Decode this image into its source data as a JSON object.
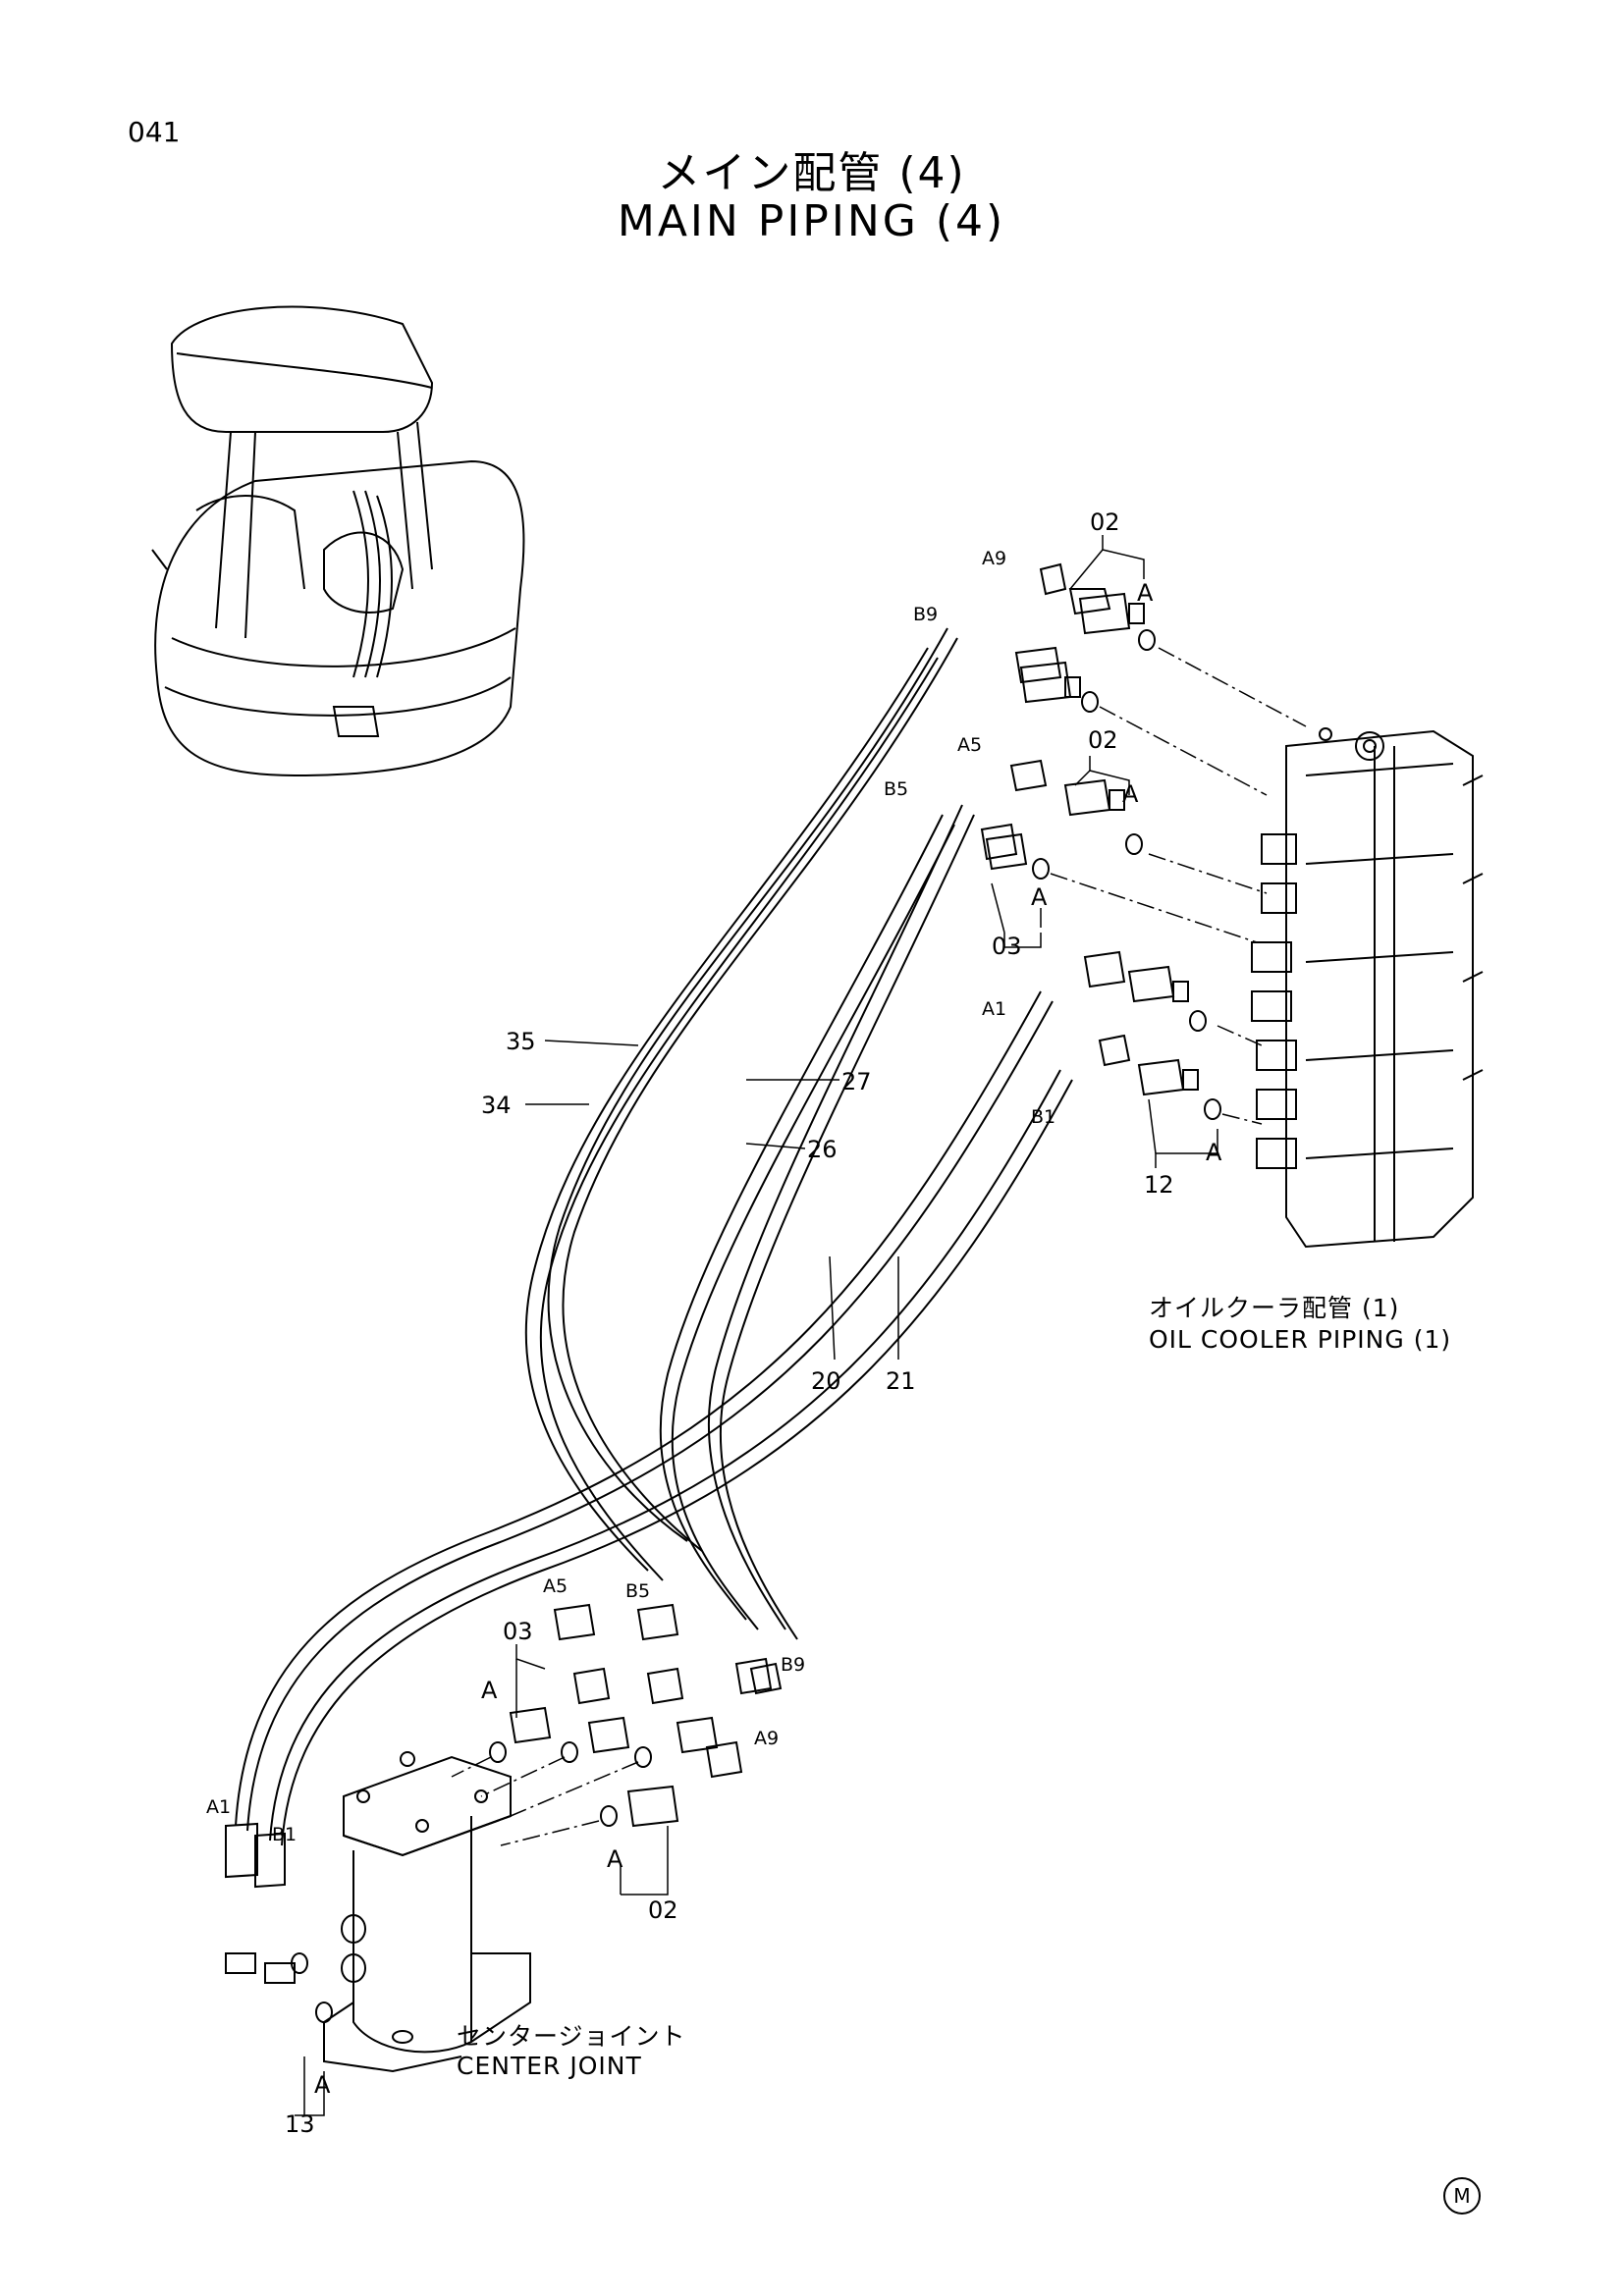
{
  "page_number": "041",
  "title_jp": "メイン配管 (4)",
  "title_en": "MAIN PIPING (4)",
  "part_numbers": {
    "p02a": "02",
    "p02b": "02",
    "p02c": "02",
    "p03a": "03",
    "p03b": "03",
    "p12": "12",
    "p13": "13",
    "p35": "35",
    "p34": "34",
    "p27": "27",
    "p26": "26",
    "p20": "20",
    "p21": "21"
  },
  "view_marks": {
    "a1": "A",
    "a2": "A",
    "a3": "A",
    "a4": "A",
    "a5": "A",
    "a6": "A",
    "a7": "A"
  },
  "ports": {
    "top_a9": "A9",
    "top_b9": "B9",
    "top_a5": "A5",
    "top_b5": "B5",
    "top_a1": "A1",
    "top_b1": "B1",
    "bot_a5": "A5",
    "bot_b5": "B5",
    "bot_b9": "B9",
    "bot_a9": "A9",
    "bot_a1": "A1",
    "bot_b1": "B1"
  },
  "references": {
    "oil_cooler_jp": "オイルクーラ配管 (1)",
    "oil_cooler_en": "OIL COOLER PIPING (1)",
    "center_joint_jp": "センタージョイント",
    "center_joint_en": "CENTER JOINT"
  },
  "marker": "M"
}
